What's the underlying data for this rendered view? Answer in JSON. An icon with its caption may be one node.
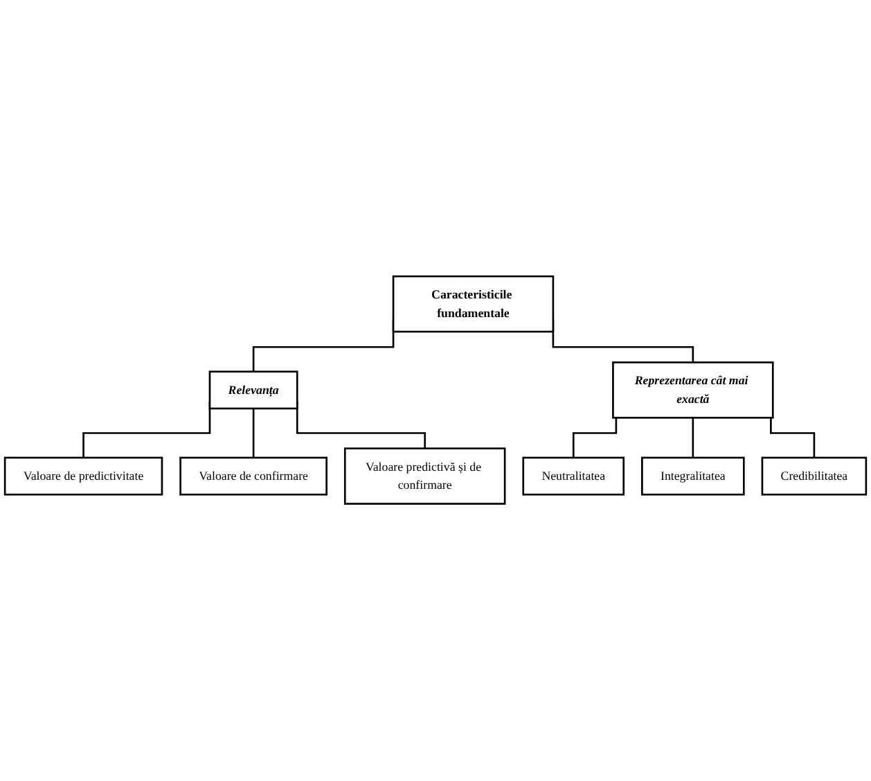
{
  "diagram": {
    "nodes": [
      {
        "text": [
          "Caracteristicile fundamentale"
        ]
      },
      {
        "text": [
          "Relevanța"
        ]
      },
      {
        "text": [
          "Valoare de predictivitate"
        ]
      },
      {
        "text": [
          "Valoare de confirmare"
        ]
      },
      {
        "text": [
          "Valoare predictivă și de confirmare"
        ]
      },
      {
        "text": [
          "Reprezentarea cât mai exactă"
        ]
      },
      {
        "text": [
          "Neutralitatea"
        ]
      },
      {
        "text": [
          "Integralitatea"
        ]
      },
      {
        "text": [
          "Credibilitatea"
        ]
      }
    ],
    "edges": [
      {
        "from": 0,
        "to": 1,
        "arrow": "none"
      },
      {
        "from": 0,
        "to": 5,
        "arrow": "none"
      },
      {
        "from": 1,
        "to": 2,
        "arrow": "none"
      },
      {
        "from": 1,
        "to": 3,
        "arrow": "none"
      },
      {
        "from": 1,
        "to": 4,
        "arrow": "none"
      },
      {
        "from": 5,
        "to": 6,
        "arrow": "none"
      },
      {
        "from": 5,
        "to": 7,
        "arrow": "none"
      },
      {
        "from": 5,
        "to": 8,
        "arrow": "none"
      }
    ]
  }
}
